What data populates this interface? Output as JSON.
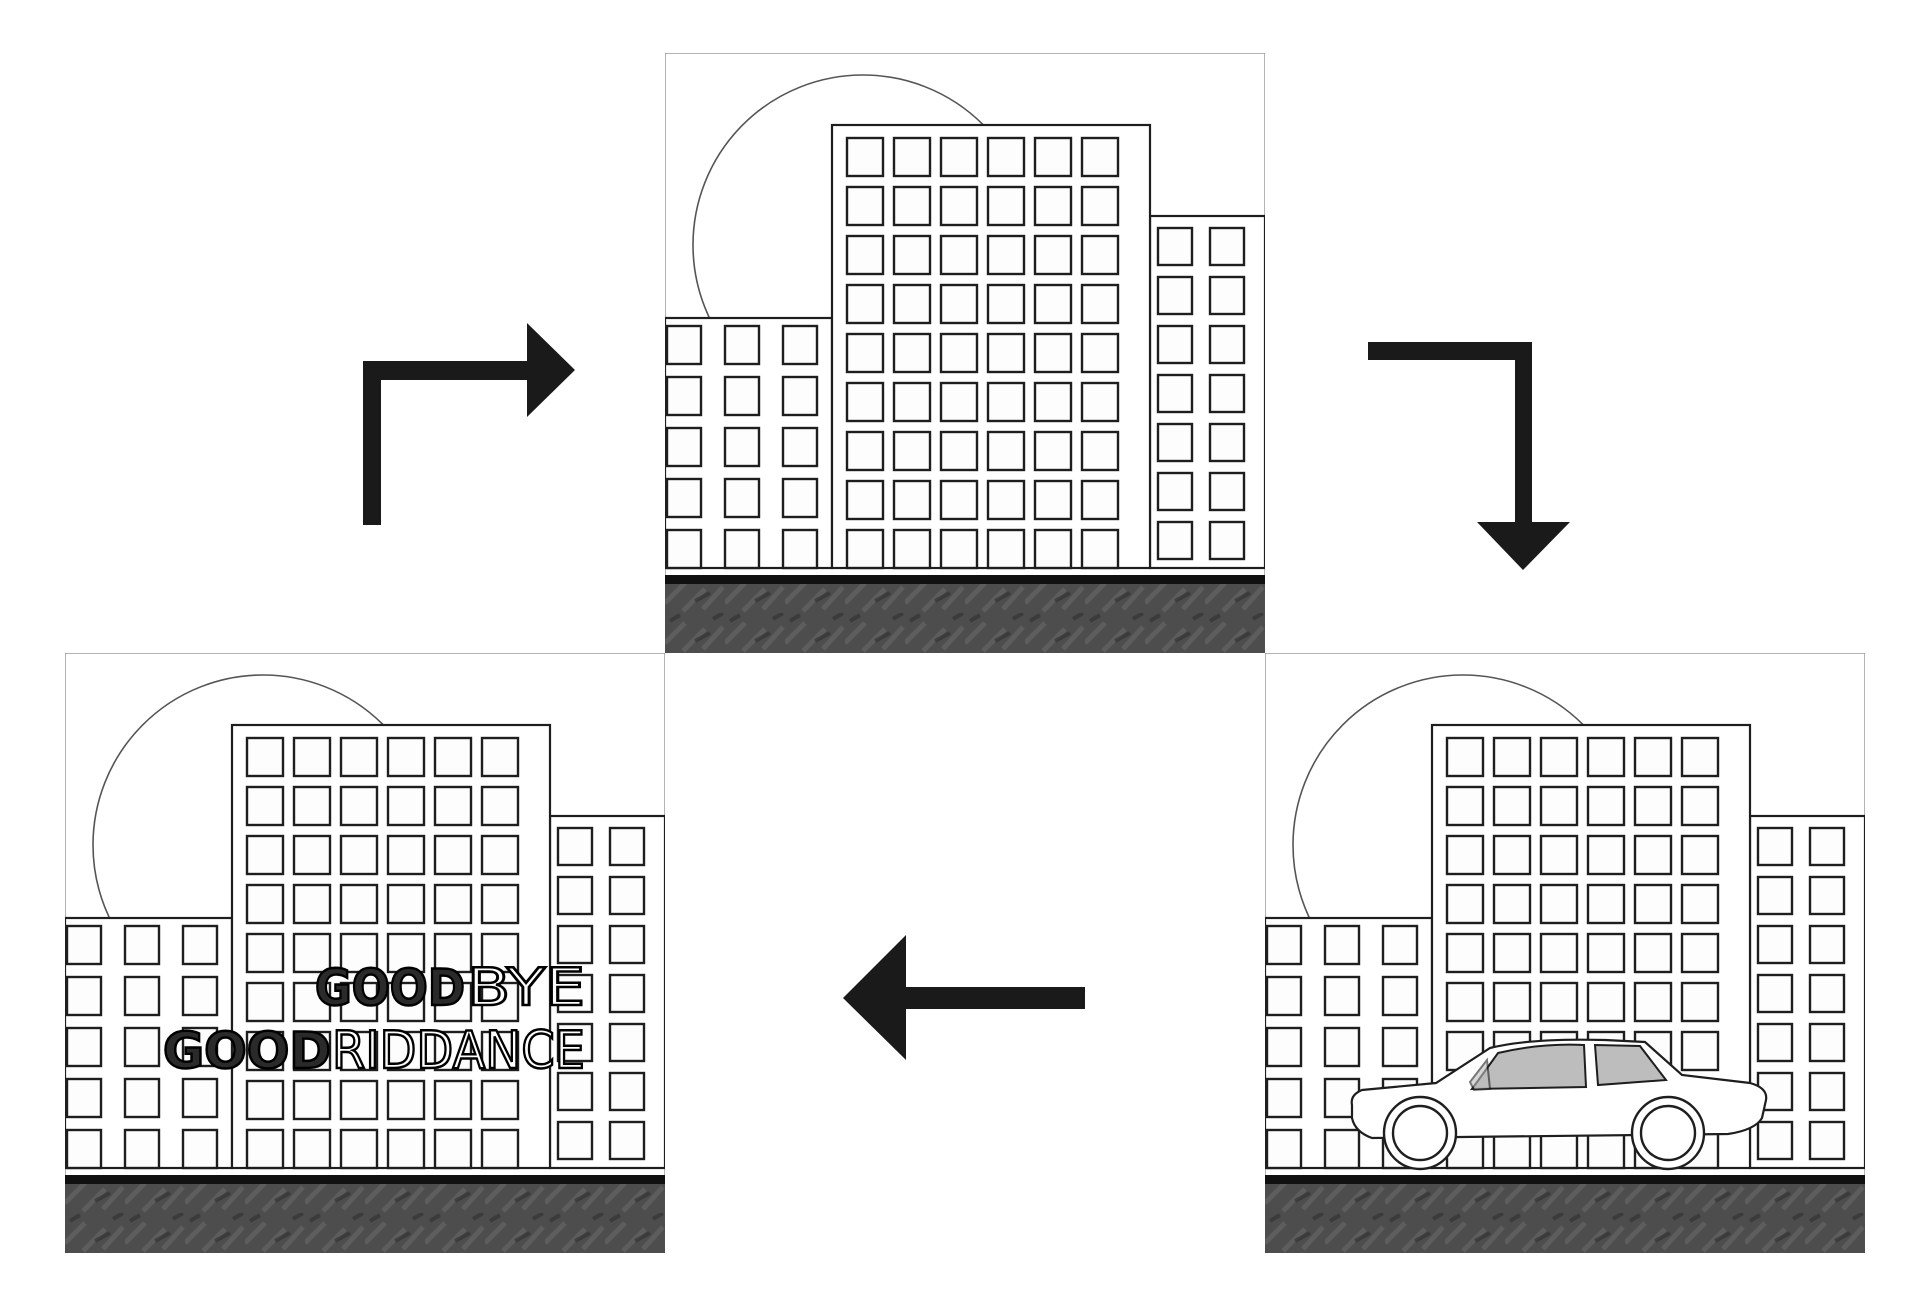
{
  "diagram": {
    "panels": [
      {
        "id": "top",
        "scene": "city-street",
        "has_car": false,
        "has_graffiti": false
      },
      {
        "id": "bottom-right",
        "scene": "city-street",
        "has_car": true,
        "has_graffiti": false
      },
      {
        "id": "bottom-left",
        "scene": "city-street",
        "has_car": false,
        "has_graffiti": true
      }
    ],
    "arrows": [
      {
        "from": "bottom-left",
        "to": "top",
        "icon": "bent-arrow-up-right-icon"
      },
      {
        "from": "top",
        "to": "bottom-right",
        "icon": "bent-arrow-right-down-icon"
      },
      {
        "from": "bottom-right",
        "to": "bottom-left",
        "icon": "arrow-left-icon"
      }
    ],
    "graffiti": {
      "line1_dark": "GOOD",
      "line1_light": "BYE",
      "line2_dark": "GOOD",
      "line2_light": "RIDDANCE"
    },
    "colors": {
      "ink": "#1a1a1a",
      "road": "#4a4a4a",
      "car_glass": "#bdbdbd"
    }
  }
}
